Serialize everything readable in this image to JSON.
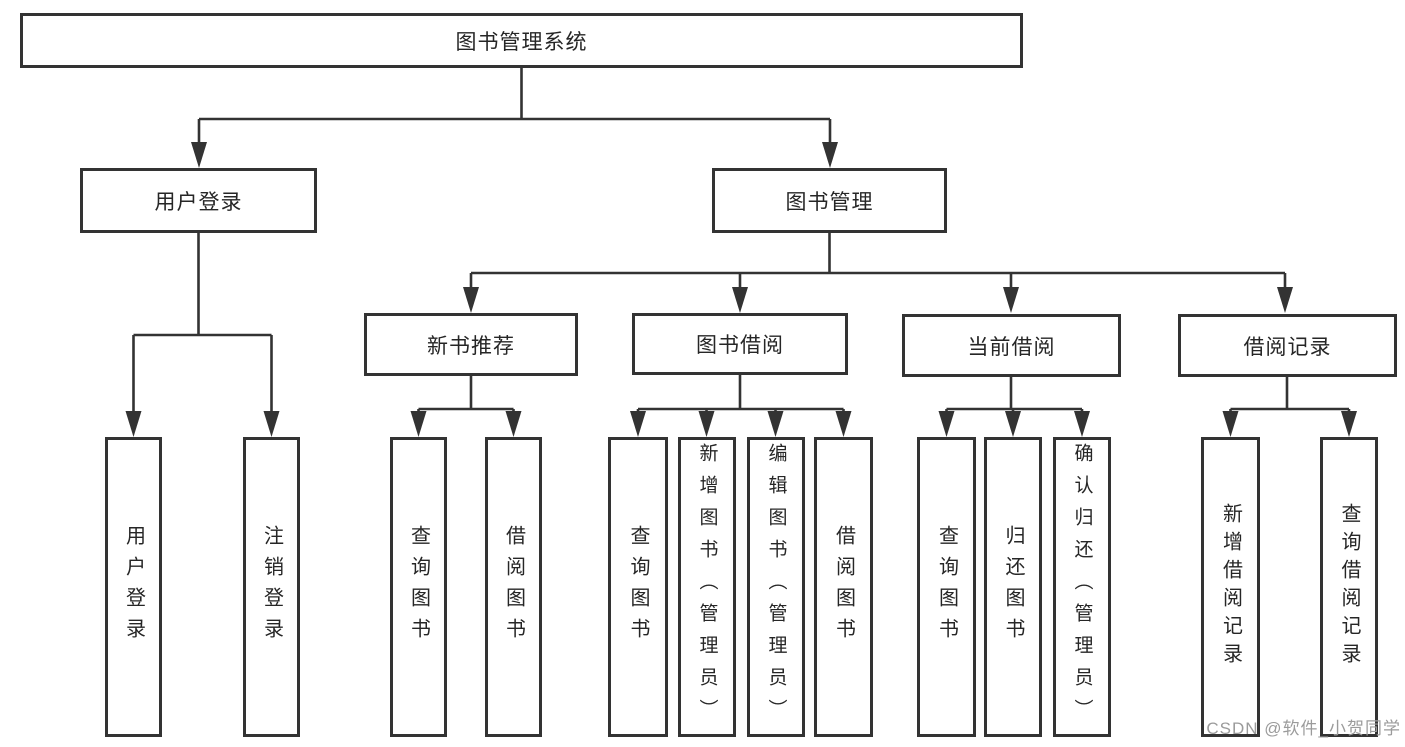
{
  "diagram_title": "图书管理系统",
  "watermark": "CSDN @软件_小贺同学",
  "colors": {
    "line": "#333333",
    "text": "#262626",
    "watermark": "#9b9b9b",
    "bg": "#ffffff"
  },
  "nodes": {
    "root": {
      "label": "图书管理系统"
    },
    "level2": {
      "user_login": {
        "label": "用户登录"
      },
      "book_management": {
        "label": "图书管理"
      }
    },
    "level3": {
      "new_book_recommend": {
        "label": "新书推荐"
      },
      "book_borrow": {
        "label": "图书借阅"
      },
      "current_borrow": {
        "label": "当前借阅"
      },
      "borrow_records": {
        "label": "借阅记录"
      }
    },
    "leaves": {
      "login": "用户登录",
      "logout": "注销登录",
      "rec_query_books": "查询图书",
      "rec_borrow_books": "借阅图书",
      "bb_query_books": "查询图书",
      "bb_add_books": "新增图书（管理员）",
      "bb_edit_books": "编辑图书（管理员）",
      "bb_borrow_books": "借阅图书",
      "cb_query_books": "查询图书",
      "cb_return_books": "归还图书",
      "cb_confirm_return": "确认归还（管理员）",
      "rc_add_record": "新增借阅记录",
      "rc_query_record": "查询借阅记录"
    }
  }
}
